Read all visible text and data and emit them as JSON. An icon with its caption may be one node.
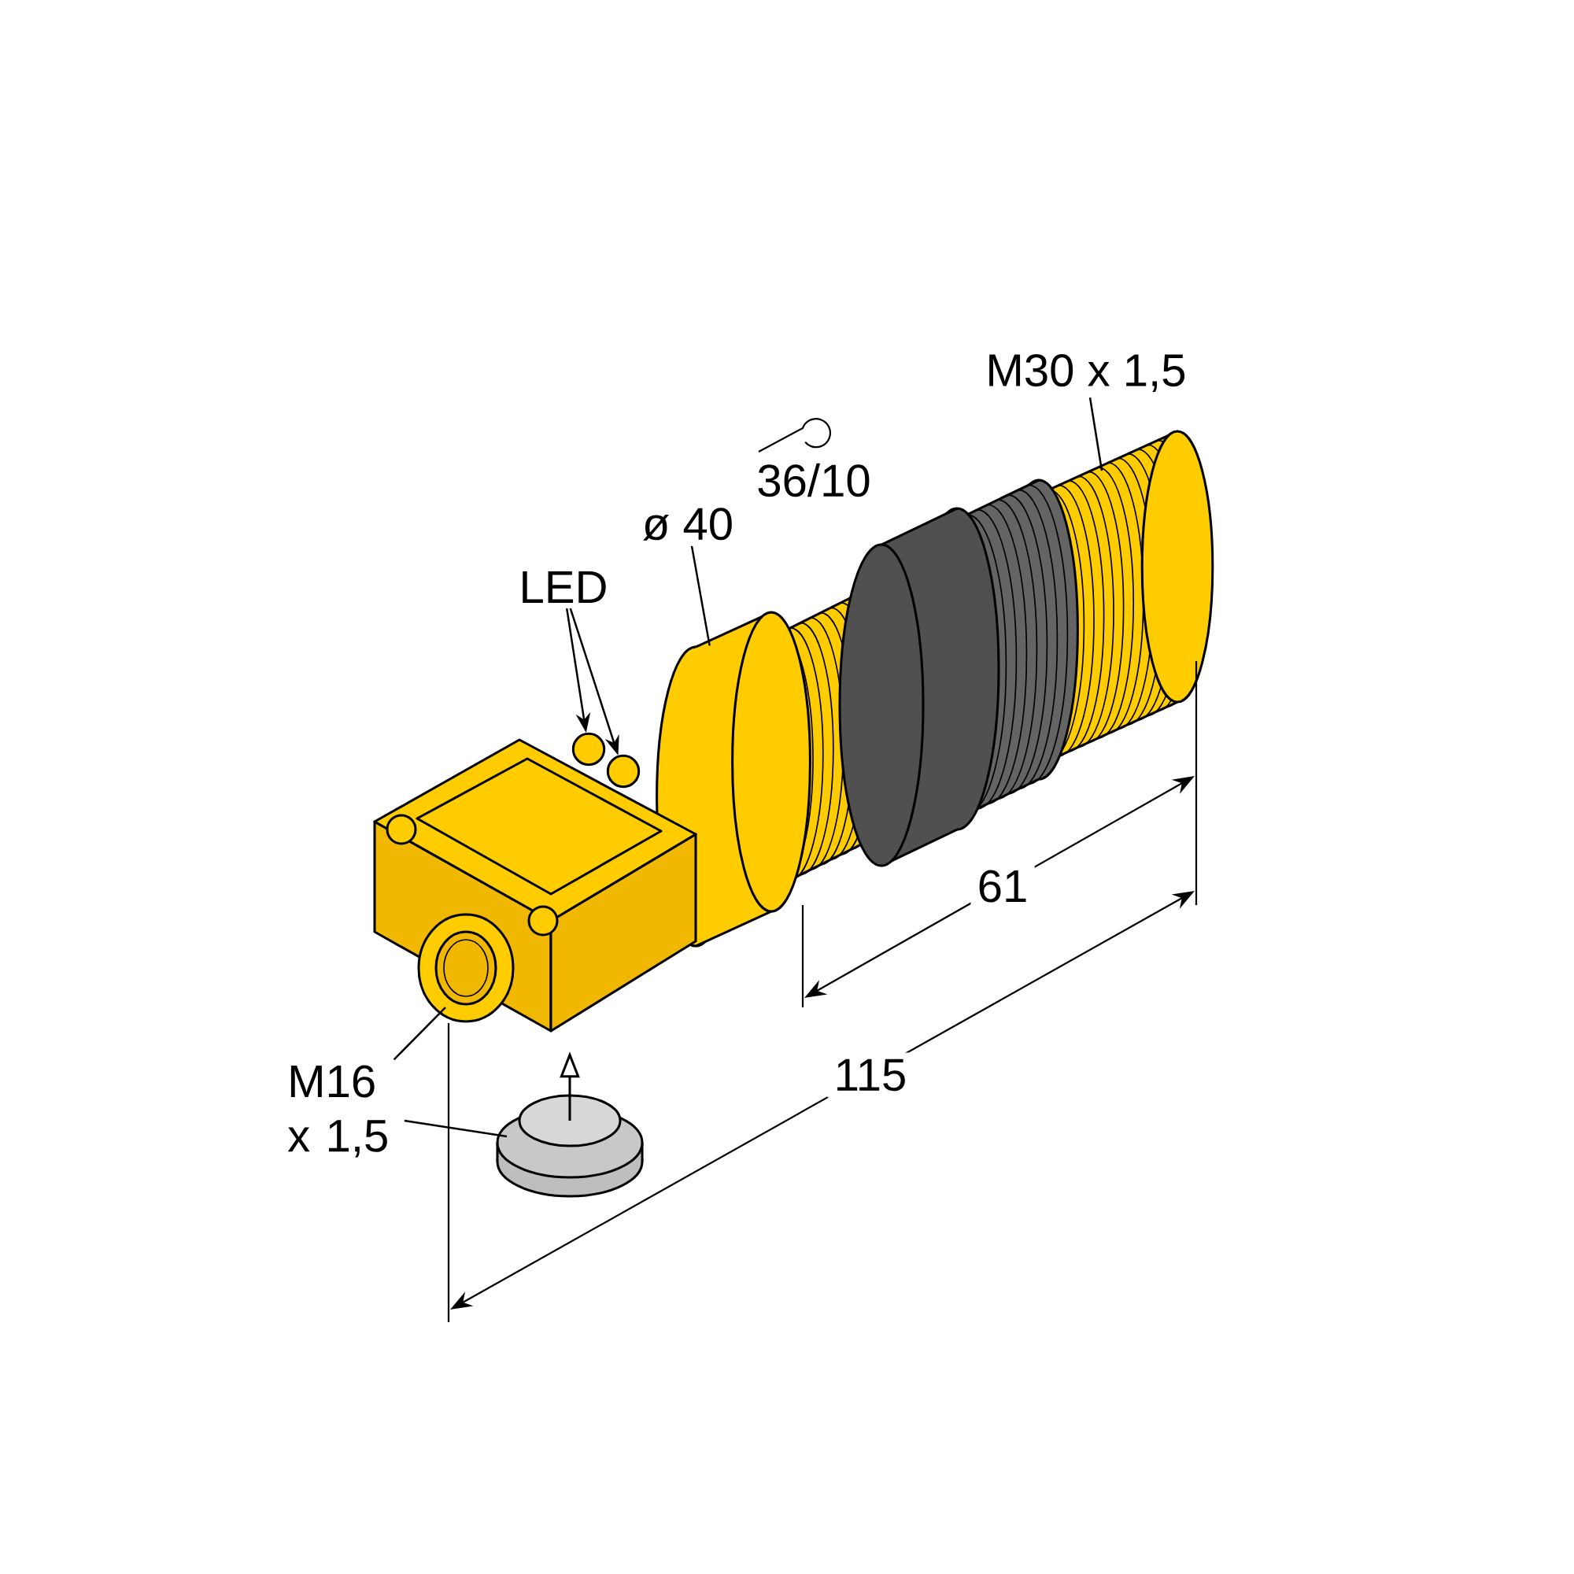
{
  "diagram": {
    "nodes": [
      {
        "text": [
          "LED"
        ]
      },
      {
        "text": [],
        "shape": "circle"
      },
      {
        "text": [],
        "shape": "circle"
      },
      {
        "text": [
          "ø 40"
        ]
      },
      {
        "text": [
          "M30 x 1,5"
        ]
      },
      {
        "text": [
          "M16 x 1,5"
        ]
      },
      {
        "text": [],
        "shape": "cylinder"
      }
    ],
    "edges": [
      {
        "from": 0,
        "to": 1,
        "arrow": "to"
      },
      {
        "from": 0,
        "to": 2,
        "arrow": "to"
      },
      {
        "from": 3,
        "to": 6,
        "arrow": "none"
      },
      {
        "from": 4,
        "to": null,
        "arrow": "none"
      },
      {
        "from": 5,
        "to": null,
        "arrow": "none"
      },
      {
        "from": 5,
        "to": null,
        "arrow": "none"
      }
    ],
    "labels": [
      "36/10",
      "61",
      "115"
    ]
  }
}
